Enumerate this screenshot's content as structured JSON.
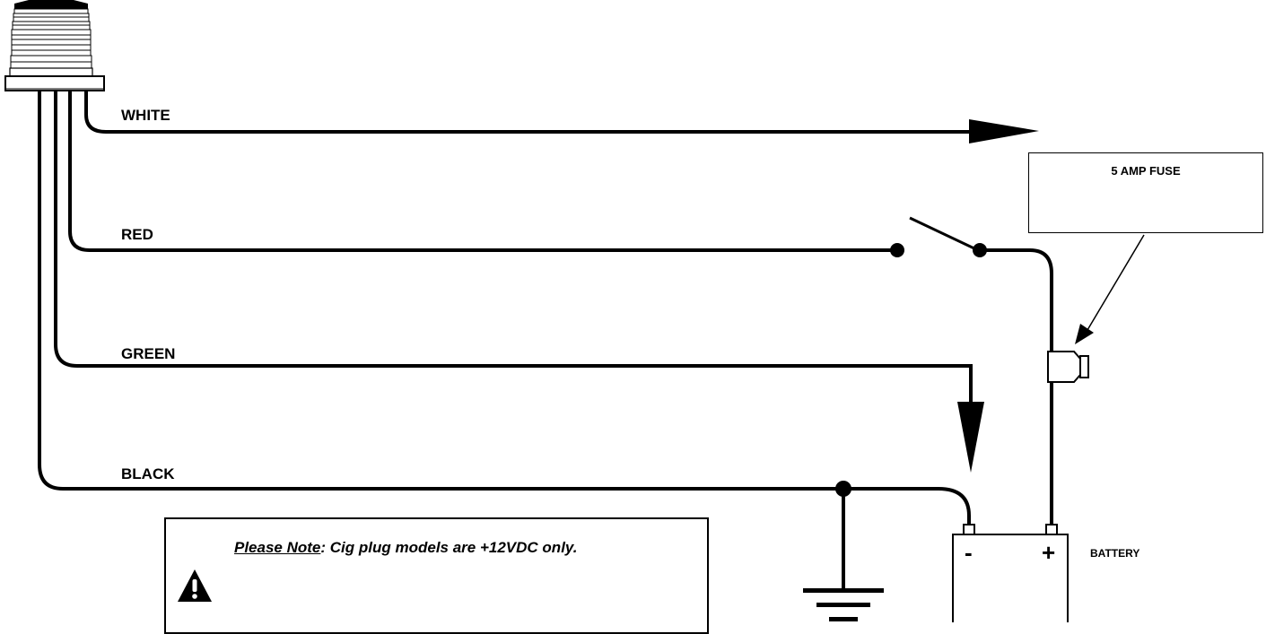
{
  "wires": {
    "white": "WHITE",
    "red": "RED",
    "green": "GREEN",
    "black": "BLACK"
  },
  "fuse": {
    "label": "5 AMP FUSE"
  },
  "battery": {
    "label": "BATTERY",
    "minus": "-",
    "plus": "+"
  },
  "note": {
    "prefix": "Please Note",
    "text": ": Cig plug models are +12VDC only."
  },
  "icons": {
    "beacon": "beacon-light-icon",
    "switch": "switch-icon",
    "fuse": "inline-fuse-icon",
    "ground": "ground-symbol-icon",
    "warning": "warning-triangle-icon",
    "battery": "battery-icon"
  }
}
